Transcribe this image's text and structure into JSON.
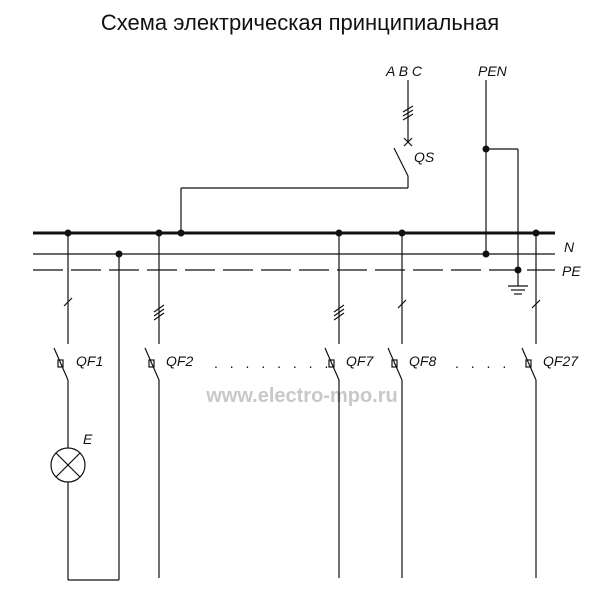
{
  "title": "Схема электрическая принципиальная",
  "watermark": "www.electro-mpo.ru",
  "labels": {
    "phases": "A B C",
    "pen": "PEN",
    "main_switch": "QS",
    "neutral": "N",
    "protective": "PE",
    "lamp": "E"
  },
  "breakers": [
    "QF1",
    "QF2",
    "QF7",
    "QF8",
    "QF27"
  ],
  "ellipsis": ". . . . . . . .",
  "ellipsis_short": ". . . ."
}
